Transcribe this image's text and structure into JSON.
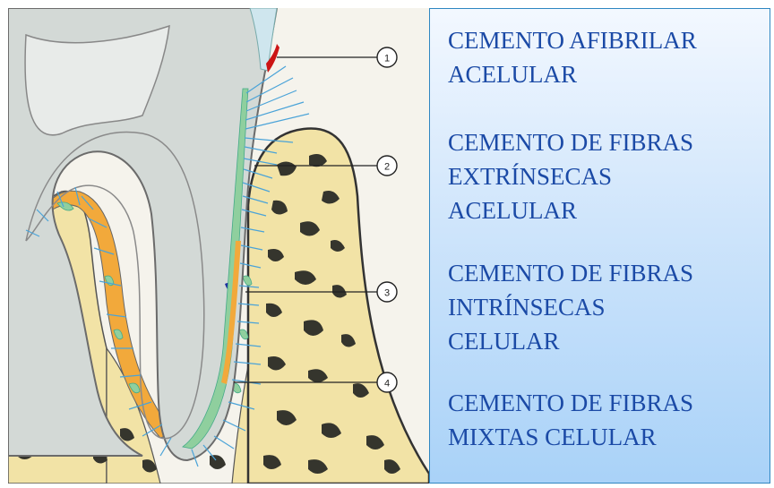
{
  "diagram": {
    "callouts": [
      "1",
      "2",
      "3",
      "4"
    ],
    "labels": [
      "CEMENTO AFIBRILAR\nACELULAR",
      "CEMENTO DE FIBRAS\nEXTRÍNSECAS\nACELULAR",
      "CEMENTO DE FIBRAS\nINTRÍNSECAS\nCELULAR",
      "CEMENTO DE FIBRAS\nMIXTAS CELULAR"
    ]
  },
  "colors": {
    "dentin": "#d3d9d6",
    "bone": "#f2e3a6",
    "bone_pore": "#35352d",
    "cementum": "#f2a93b",
    "periodontal_fiber": "#4aa3d8",
    "enamel": "#cfe6ee",
    "panel_border": "#2e86c1",
    "label_text": "#1b4aa6"
  }
}
